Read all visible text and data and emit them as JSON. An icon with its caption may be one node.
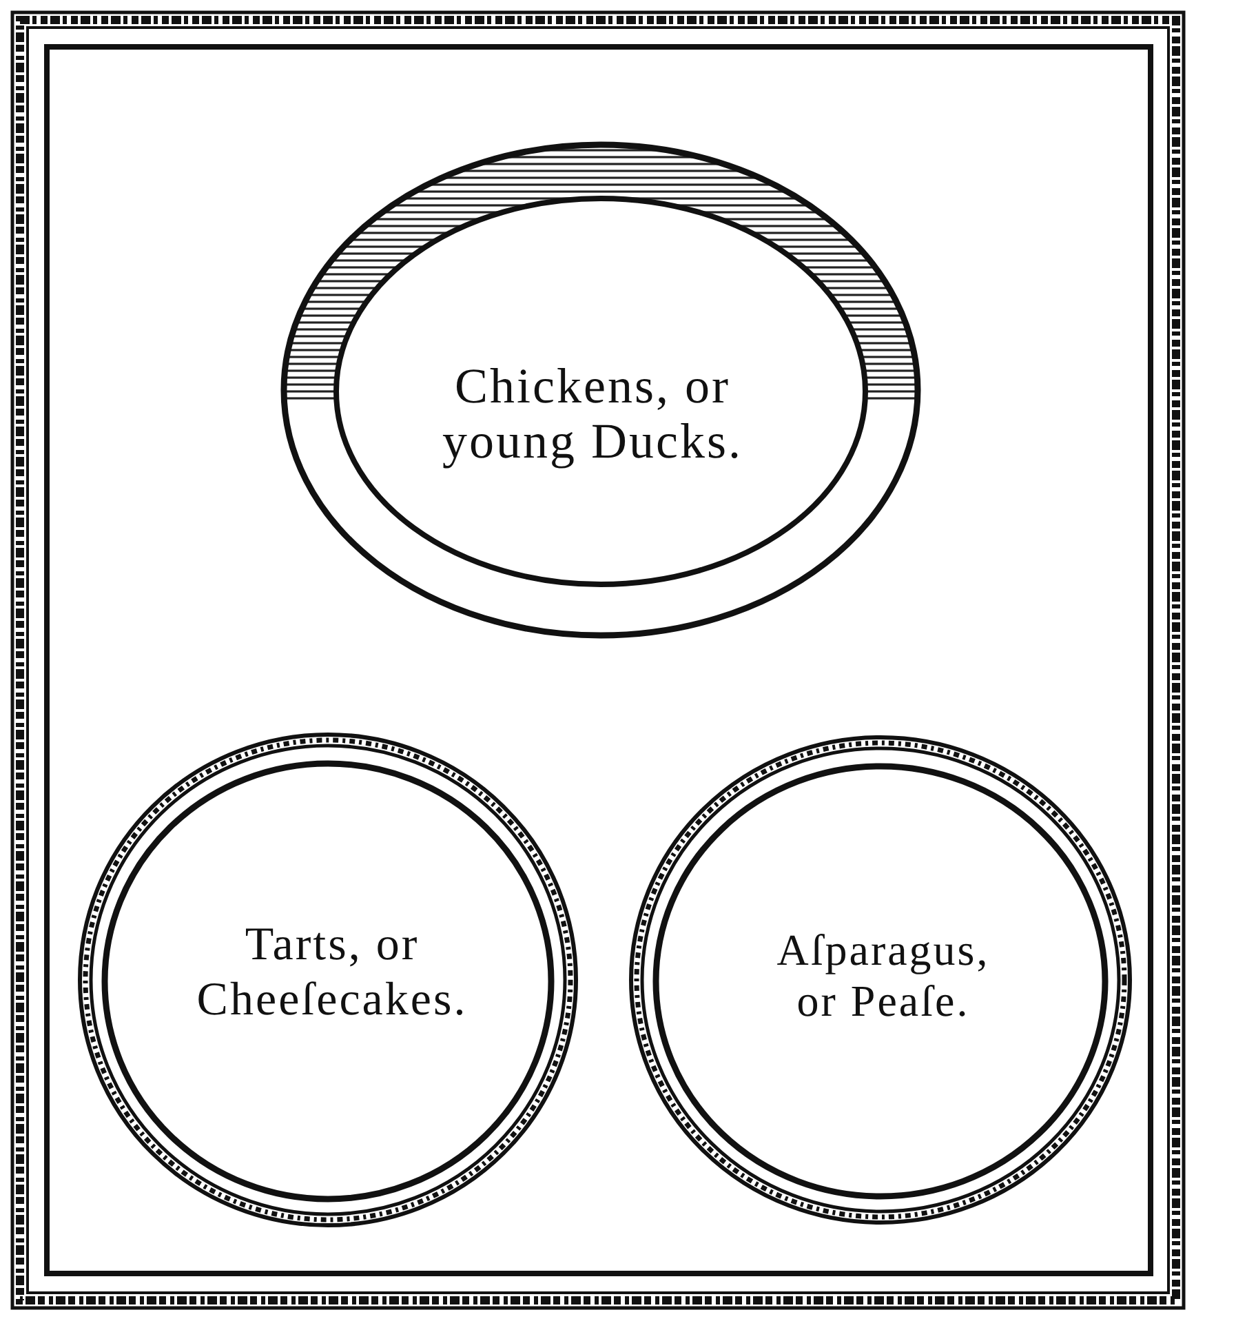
{
  "diagram": {
    "nodes": [
      {
        "text": [
          "Chickens, or young Ducks."
        ]
      },
      {
        "text": [
          "Tarts, or Cheeſecakes."
        ]
      },
      {
        "text": [
          "Aſparagus, or Peaſe."
        ]
      }
    ]
  }
}
